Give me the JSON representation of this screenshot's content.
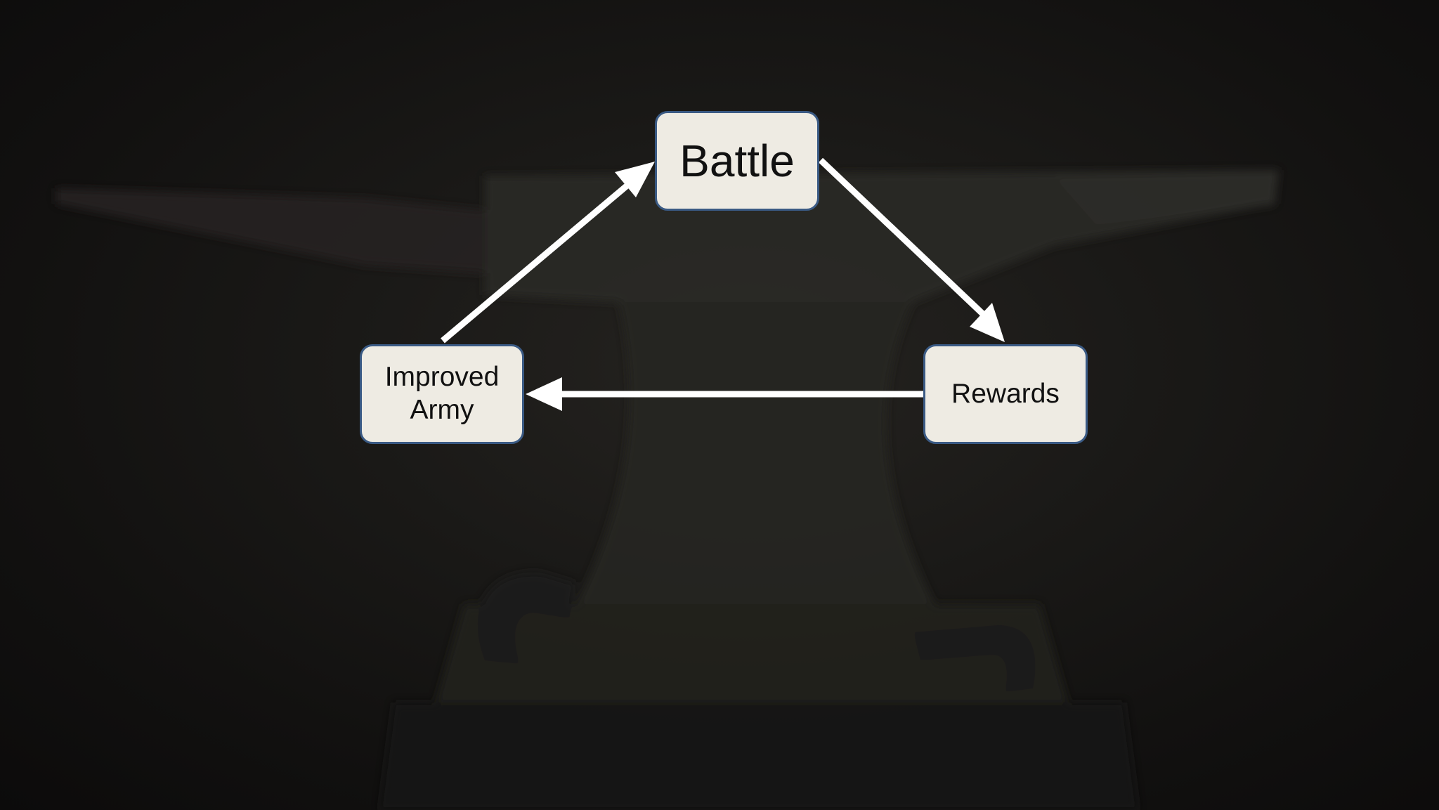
{
  "diagram": {
    "nodes": [
      {
        "id": "battle",
        "label": "Battle"
      },
      {
        "id": "improved_army",
        "label": "Improved\nArmy"
      },
      {
        "id": "rewards",
        "label": "Rewards"
      }
    ],
    "edges": [
      {
        "from": "battle",
        "to": "rewards"
      },
      {
        "from": "rewards",
        "to": "improved_army"
      },
      {
        "from": "improved_army",
        "to": "battle"
      }
    ]
  },
  "colors": {
    "background": "#131211",
    "node_fill": "#eeebe3",
    "node_border": "#3a5a84",
    "node_text": "#111111",
    "arrow": "#ffffff"
  },
  "background_image": "anvil-silhouette"
}
